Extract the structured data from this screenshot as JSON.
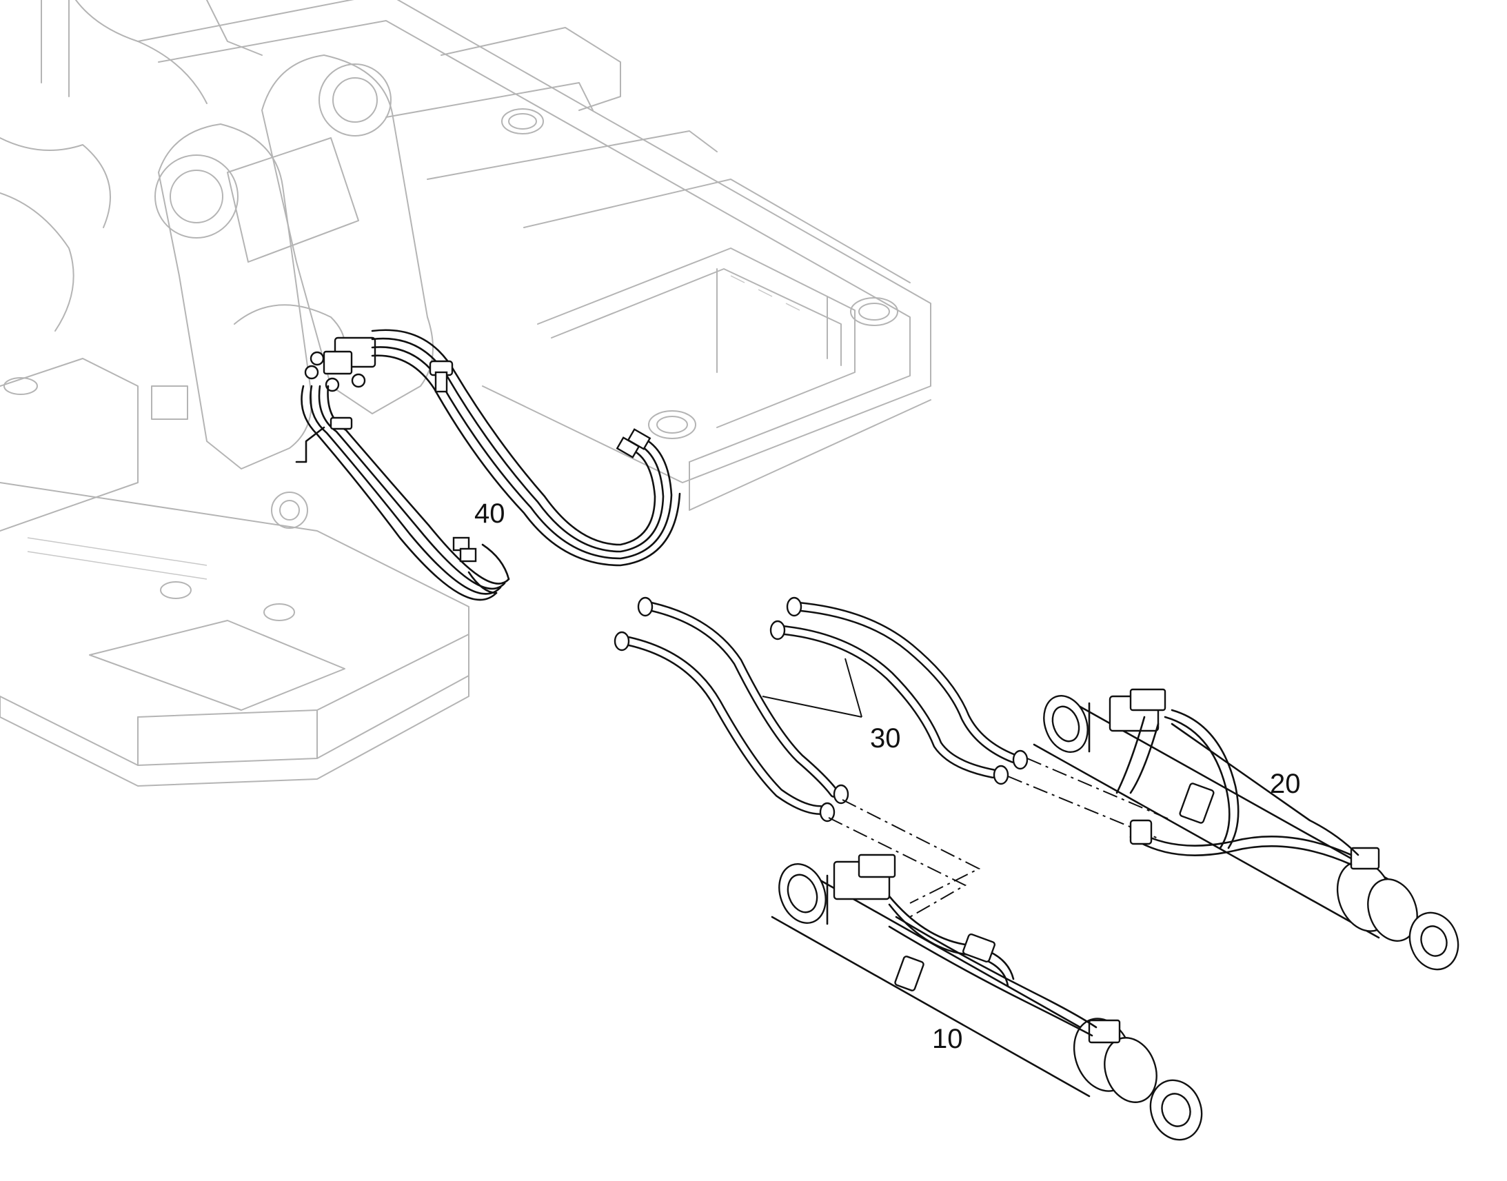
{
  "callouts": {
    "item_10": "10",
    "item_20": "20",
    "item_30": "30",
    "item_40": "40"
  },
  "colors": {
    "ink": "#111111",
    "ghost_frame": "#b4b4b4",
    "background": "#ffffff"
  }
}
